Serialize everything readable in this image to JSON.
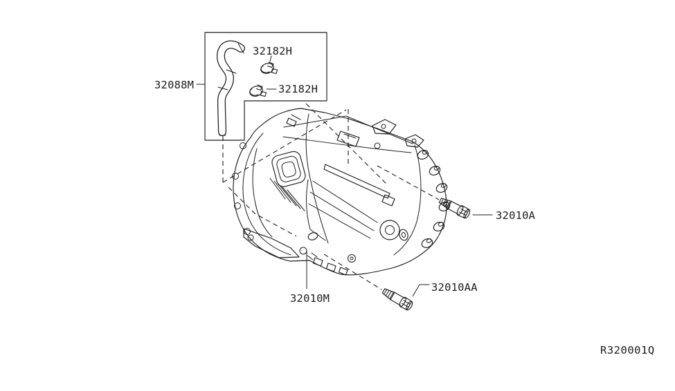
{
  "diagram": {
    "background_color": "#ffffff",
    "line_color": "#1c1c1c",
    "labels": {
      "hose": "32088M",
      "clamp_upper": "32182H",
      "clamp_lower": "32182H",
      "bolt_upper": "32010A",
      "bolt_lower": "32010AA",
      "transaxle": "32010M"
    },
    "reference_code": "R320001Q"
  }
}
